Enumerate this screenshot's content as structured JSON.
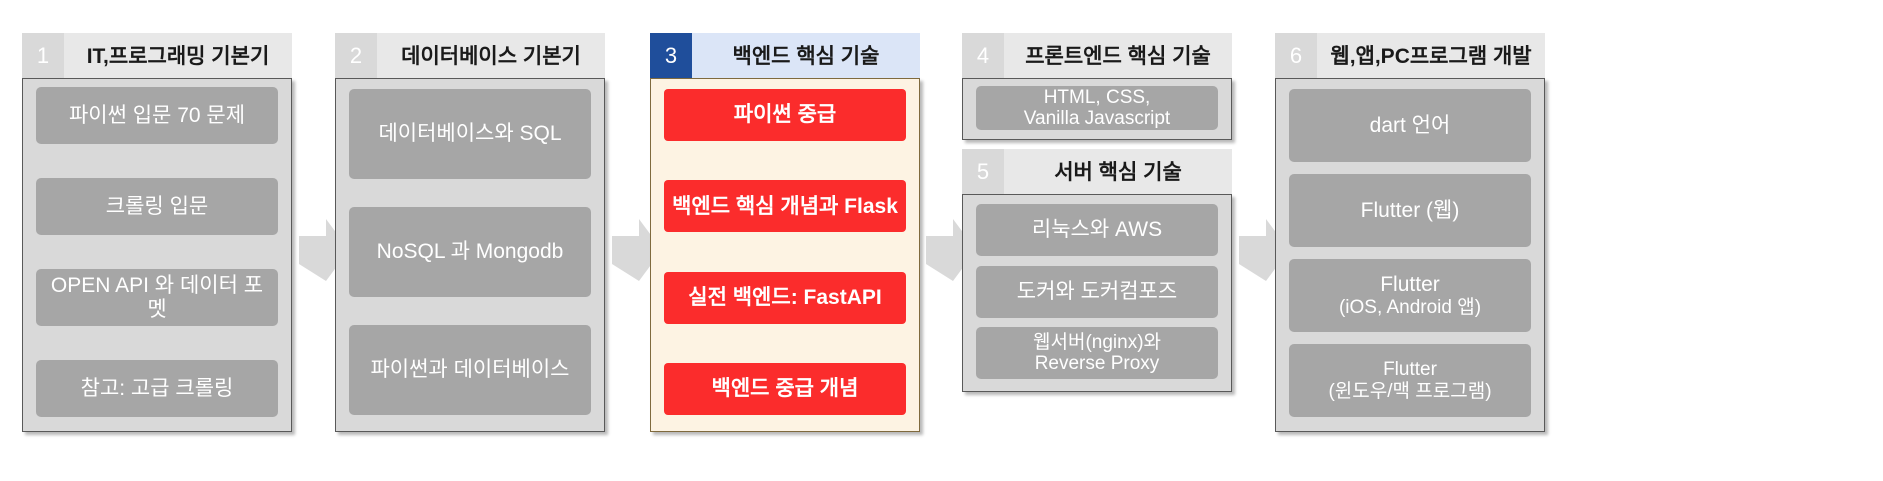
{
  "colors": {
    "accent_blue": "#1f4e9b",
    "accent_blue_light": "#dbe5f7",
    "accent_red": "#fb2c2c",
    "accent_panel_cream": "#fdf3e3",
    "header_num_gray": "#d9d9d9",
    "header_title_gray": "#e8e8e8",
    "panel_gray": "#d9d9d9",
    "item_gray": "#a6a6a6",
    "arrow_gray": "#d9d9d9"
  },
  "columns": [
    {
      "number": "1",
      "title": "IT,프로그래밍 기본기",
      "highlighted": false,
      "items": [
        {
          "line1": "파이썬 입문 70 문제"
        },
        {
          "line1": "크롤링 입문"
        },
        {
          "line1": "OPEN API 와 데이터 포멧"
        },
        {
          "line1": "참고: 고급 크롤링"
        }
      ]
    },
    {
      "number": "2",
      "title": "데이터베이스 기본기",
      "highlighted": false,
      "items": [
        {
          "line1": "데이터베이스와 SQL"
        },
        {
          "line1": "NoSQL 과 Mongodb"
        },
        {
          "line1": "파이썬과 데이터베이스"
        }
      ]
    },
    {
      "number": "3",
      "title": "백엔드 핵심 기술",
      "highlighted": true,
      "items": [
        {
          "line1": "파이썬 중급"
        },
        {
          "line1": "백엔드 핵심 개념과 Flask"
        },
        {
          "line1": "실전 백엔드: FastAPI"
        },
        {
          "line1": "백엔드 중급 개념"
        }
      ]
    },
    {
      "number": "4",
      "title": "프론트엔드 핵심 기술",
      "highlighted": false,
      "items": [
        {
          "line1": "HTML, CSS,",
          "line2": "Vanilla Javascript"
        }
      ]
    },
    {
      "number": "5",
      "title": "서버 핵심 기술",
      "highlighted": false,
      "items": [
        {
          "line1": "리눅스와 AWS"
        },
        {
          "line1": "도커와 도커컴포즈"
        },
        {
          "line1": "웹서버(nginx)와",
          "line2": "Reverse Proxy"
        }
      ]
    },
    {
      "number": "6",
      "title": "웹,앱,PC프로그램 개발",
      "highlighted": false,
      "items": [
        {
          "line1": "dart 언어"
        },
        {
          "line1": "Flutter (웹)"
        },
        {
          "line1": "Flutter",
          "line2": "(iOS, Android 앱)"
        },
        {
          "line1": "Flutter",
          "line2": "(윈도우/맥 프로그램)"
        }
      ]
    }
  ],
  "arrows": [
    {
      "from": "1",
      "to": "2"
    },
    {
      "from": "2",
      "to": "3"
    },
    {
      "from": "3",
      "to": "4"
    },
    {
      "from": "5",
      "to": "6"
    }
  ]
}
